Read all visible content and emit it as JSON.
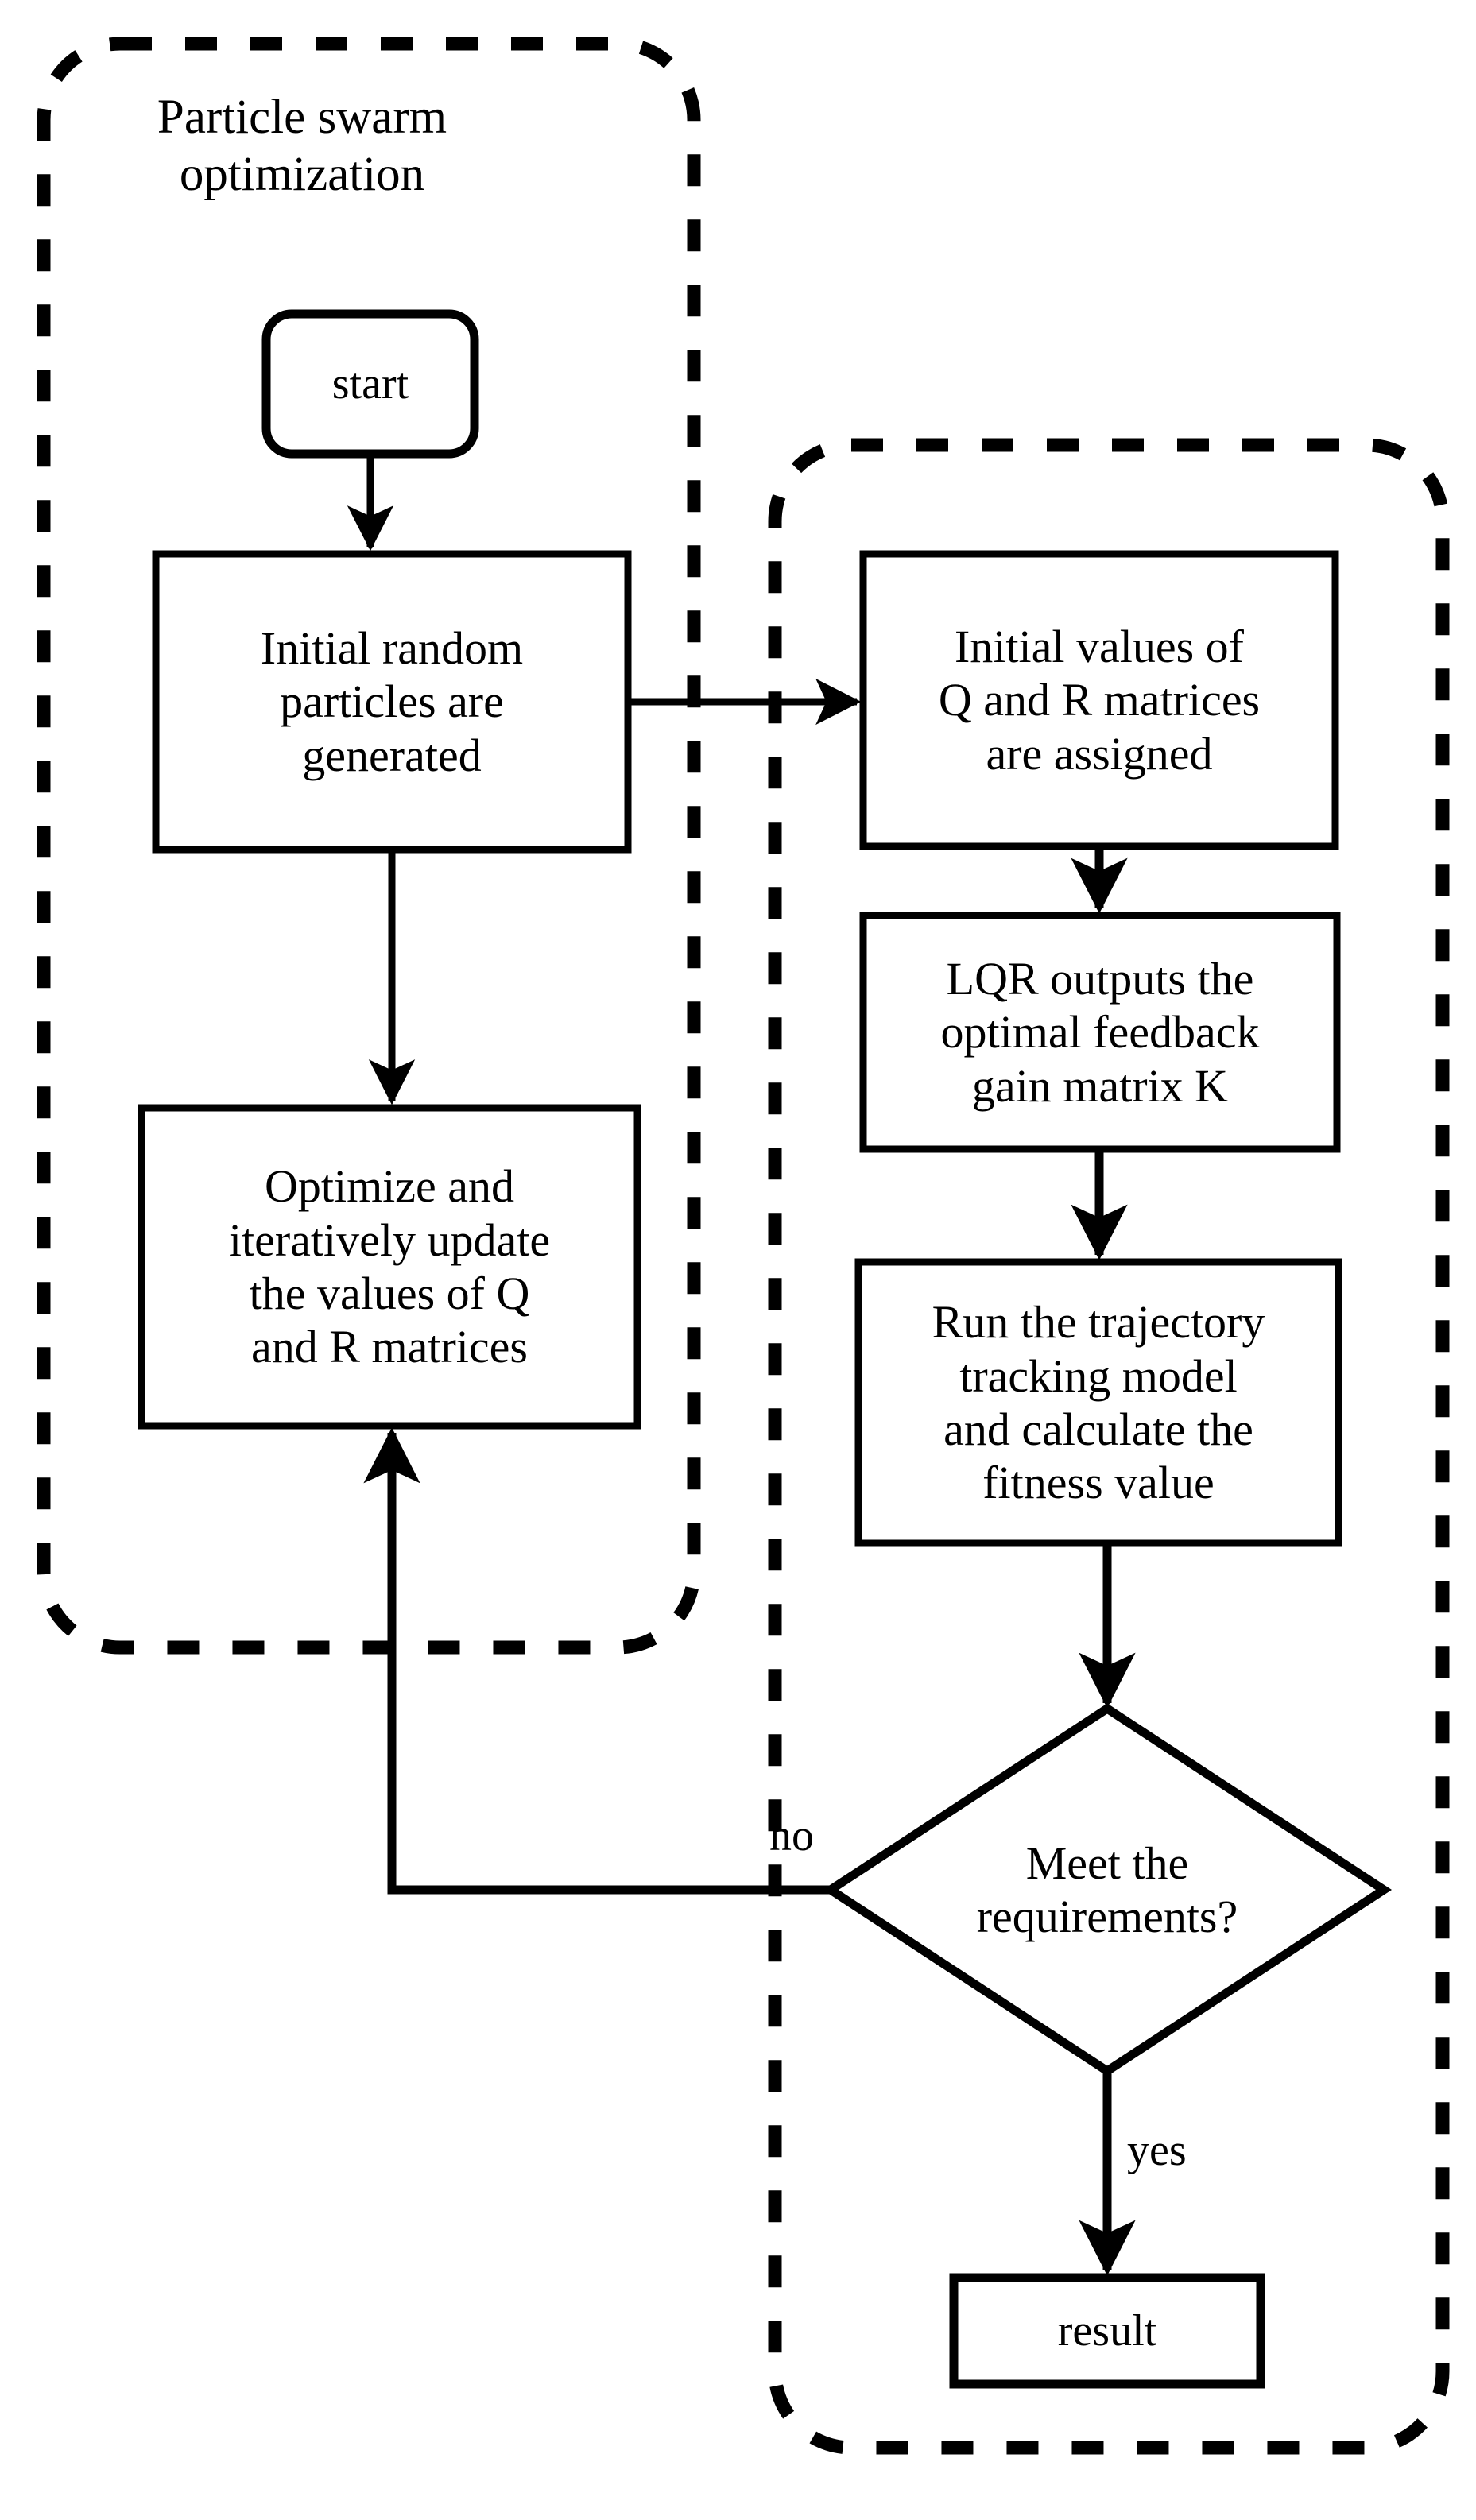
{
  "diagram": {
    "title": "Particle swarm optimization with LQR flowchart",
    "colors": {
      "stroke": "#000000",
      "background": "#ffffff",
      "text": "#000000"
    },
    "groups": [
      {
        "id": "pso-group",
        "label": "Particle swarm\noptimization",
        "style": "dashed-rounded"
      },
      {
        "id": "lqr-group",
        "label": "",
        "style": "dashed-rounded"
      }
    ],
    "nodes": [
      {
        "id": "start",
        "shape": "rounded-rect",
        "label": "start"
      },
      {
        "id": "init-particles",
        "shape": "rect",
        "label": "Initial random\nparticles are\ngenerated"
      },
      {
        "id": "optimize",
        "shape": "rect",
        "label": "Optimize and\niteratively update\nthe values of Q\nand R matrices"
      },
      {
        "id": "init-qr",
        "shape": "rect",
        "label": "Initial values of\nQ and R matrices\nare assigned"
      },
      {
        "id": "lqr-output",
        "shape": "rect",
        "label": "LQR outputs the\noptimal feedback\ngain matrix K"
      },
      {
        "id": "run-model",
        "shape": "rect",
        "label": "Run the trajectory\ntracking model\nand calculate the\nfitness value"
      },
      {
        "id": "decision",
        "shape": "diamond",
        "label": "Meet the\nrequirements?"
      },
      {
        "id": "result",
        "shape": "rect",
        "label": "result"
      }
    ],
    "edges": [
      {
        "from": "start",
        "to": "init-particles",
        "label": ""
      },
      {
        "from": "init-particles",
        "to": "optimize",
        "label": ""
      },
      {
        "from": "init-particles",
        "to": "init-qr",
        "label": ""
      },
      {
        "from": "init-qr",
        "to": "lqr-output",
        "label": ""
      },
      {
        "from": "lqr-output",
        "to": "run-model",
        "label": ""
      },
      {
        "from": "run-model",
        "to": "decision",
        "label": ""
      },
      {
        "from": "decision",
        "to": "optimize",
        "label": "no"
      },
      {
        "from": "decision",
        "to": "result",
        "label": "yes"
      }
    ],
    "edge_labels": {
      "no": "no",
      "yes": "yes"
    }
  }
}
